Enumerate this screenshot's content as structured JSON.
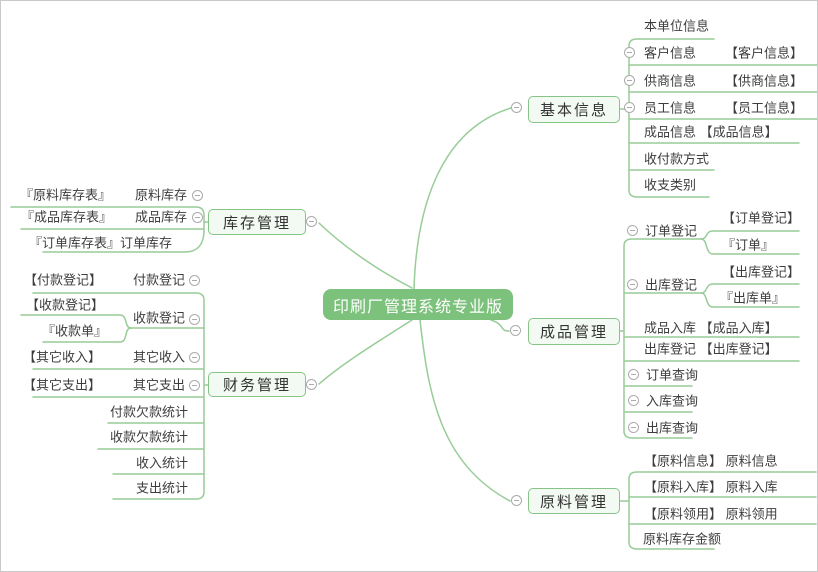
{
  "colors": {
    "central_fill": "#7cc17c",
    "branch_fill": "#f3faf3",
    "branch_border": "#86c586",
    "connector_line": "#98cc98",
    "collapse_icon_gray": "#ababab",
    "text": "#3d3d3d"
  },
  "central": {
    "label": "印刷厂管理系统专业版"
  },
  "branches": {
    "basic": {
      "label": "基本信息",
      "rows": {
        "unit": "本单位信息",
        "customer": "客户信息",
        "customer_form": "【客户信息】",
        "supplier": "供商信息",
        "supplier_form": "【供商信息】",
        "employee": "员工信息",
        "employee_form": "【员工信息】",
        "product_info": "成品信息 【成品信息】",
        "payment_methods": "收付款方式",
        "income_expense_types": "收支类别"
      }
    },
    "finished": {
      "label": "成品管理",
      "rows": {
        "order_reg": "订单登记",
        "order_reg_form": "【订单登记】",
        "order_report": "『订单』",
        "outbound_reg": "出库登记",
        "outbound_reg_form": "【出库登记】",
        "outbound_report": "『出库单』",
        "product_inbound": "成品入库 【成品入库】",
        "outbound_reg2": "出库登记 【出库登记】",
        "order_query": "订单查询",
        "inbound_query": "入库查询",
        "outbound_query": "出库查询"
      }
    },
    "material": {
      "label": "原料管理",
      "rows": {
        "info": "【原料信息】 原料信息",
        "inbound": "【原料入库】 原料入库",
        "usage": "【原料领用】 原料领用",
        "stock_amount": "原料库存金额"
      }
    },
    "inventory": {
      "label": "库存管理",
      "rows": {
        "material_stock": "原料库存",
        "material_stock_report": "『原料库存表』",
        "product_stock": "成品库存",
        "product_stock_report": "『成品库存表』",
        "order_stock": "『订单库存表』订单库存"
      }
    },
    "finance": {
      "label": "财务管理",
      "rows": {
        "payment_reg": "付款登记",
        "payment_reg_form": "【付款登记】",
        "receipt_reg": "收款登记",
        "receipt_reg_form": "【收款登记】",
        "receipt_report": "『收款单』",
        "other_income": "其它收入",
        "other_income_form": "【其它收入】",
        "other_expense": "其它支出",
        "other_expense_form": "【其它支出】",
        "payment_debt_stats": "付款欠款统计",
        "receipt_debt_stats": "收款欠款统计",
        "income_stats": "收入统计",
        "expense_stats": "支出统计"
      }
    }
  }
}
